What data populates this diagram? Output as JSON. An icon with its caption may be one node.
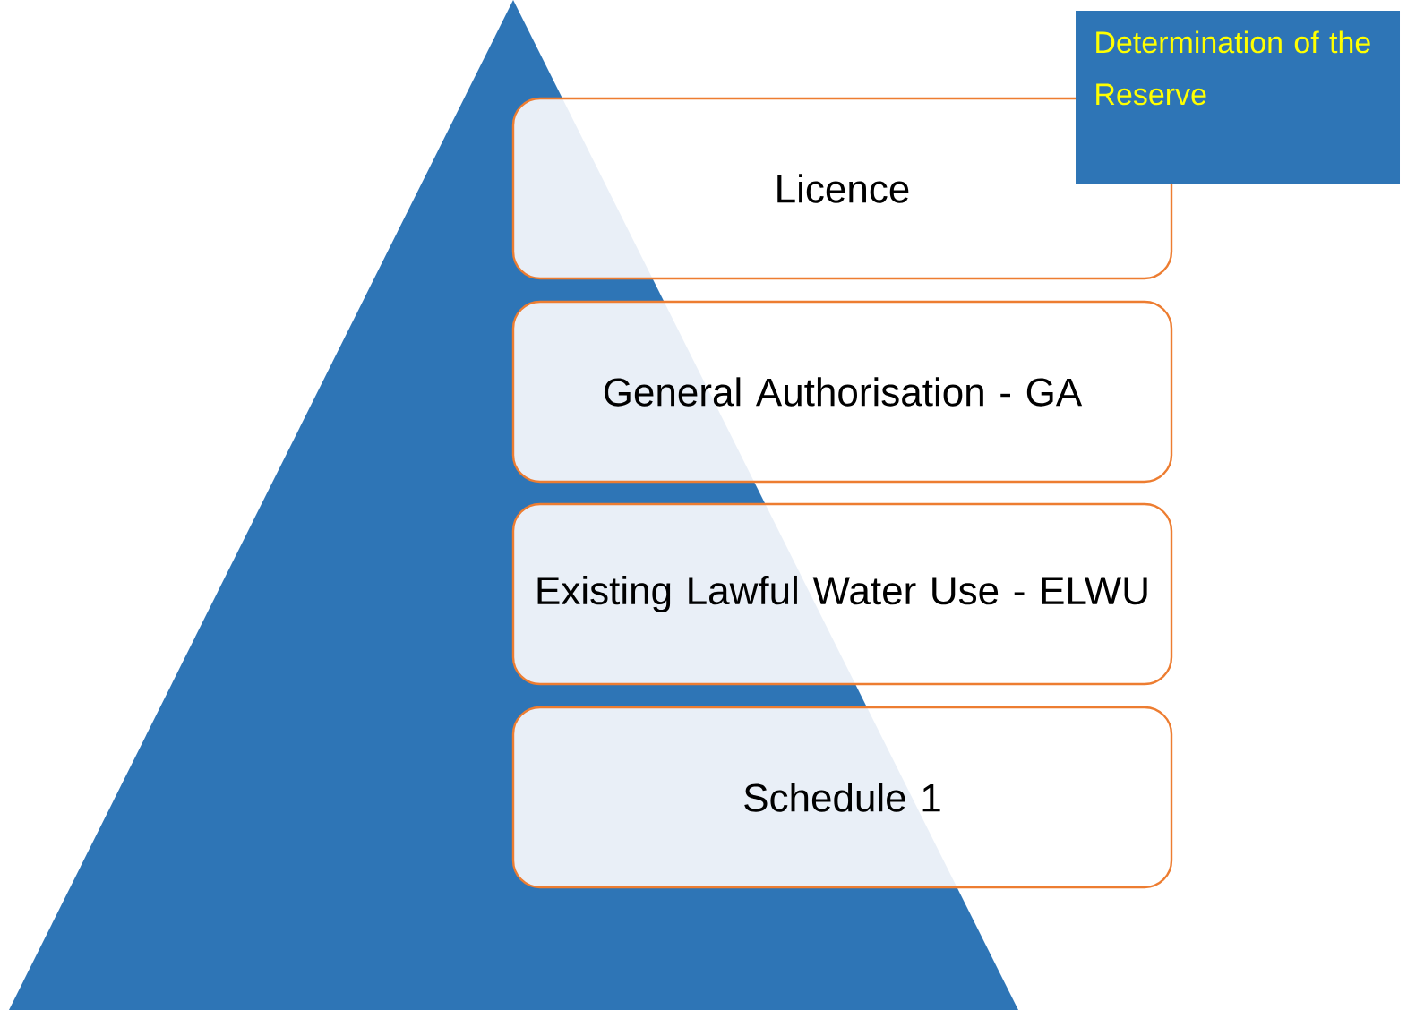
{
  "diagram": {
    "nodes": [
      {
        "text": [
          "Determination of the Reserve"
        ]
      },
      {
        "text": [
          "Licence"
        ]
      },
      {
        "text": [
          "General Authorisation - GA"
        ]
      },
      {
        "text": [
          "Existing Lawful Water Use - ELWU"
        ]
      },
      {
        "text": [
          "Schedule 1"
        ]
      }
    ]
  }
}
